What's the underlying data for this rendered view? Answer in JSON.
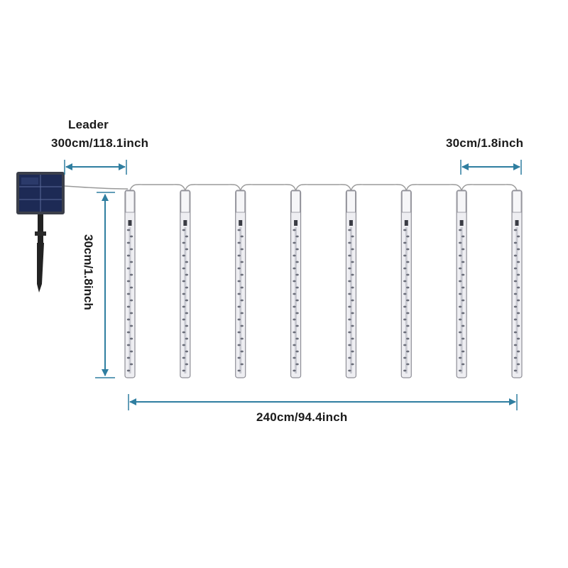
{
  "labels": {
    "leader_title": "Leader",
    "leader_length": "300cm/118.1inch",
    "tube_spacing": "30cm/1.8inch",
    "tube_height": "30cm/1.8inch",
    "total_length": "240cm/94.4inch"
  },
  "tube_count": 8,
  "colors": {
    "dimension_line": "#2f7ea0",
    "tube_outline": "#8e8e96",
    "tube_fill": "#eeeeF2",
    "led_dots": "#6b6e7a",
    "wire": "#9a9a9a",
    "solar_panel": "#1d2a55",
    "stake": "#222222",
    "text": "#1a1a1a"
  },
  "icons": {
    "solar_panel": "solar-panel-icon",
    "stake": "ground-stake-icon",
    "tube": "meteor-tube-icon"
  }
}
